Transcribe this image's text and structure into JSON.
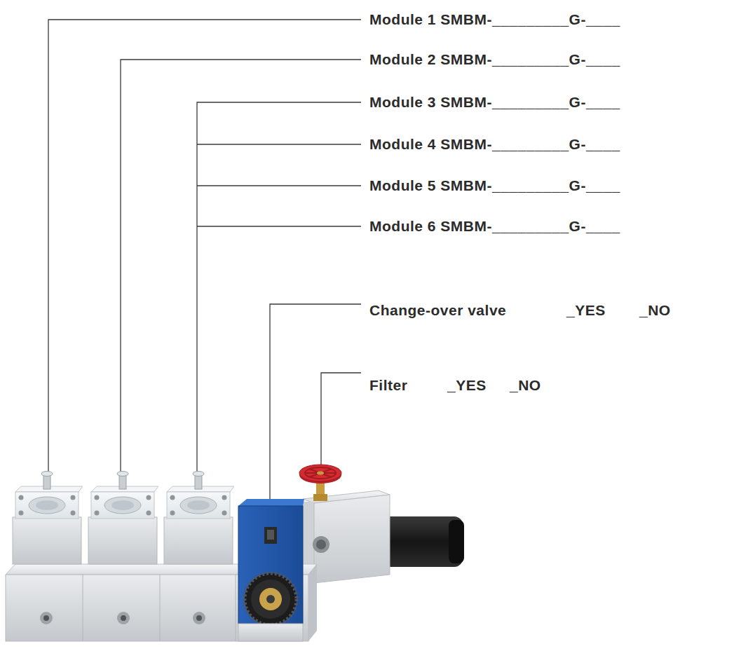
{
  "diagram": {
    "labels": [
      "Module 1 SMBM-_________G-____",
      "Module 2 SMBM-_________G-____",
      "Module 3 SMBM-_________G-____",
      "Module 4 SMBM-_________G-____",
      "Module 5 SMBM-_________G-____",
      "Module 6 SMBM-_________G-____",
      "Change-over valve",
      "_YES",
      "_NO",
      "Filter",
      "_YES",
      "_NO"
    ]
  }
}
